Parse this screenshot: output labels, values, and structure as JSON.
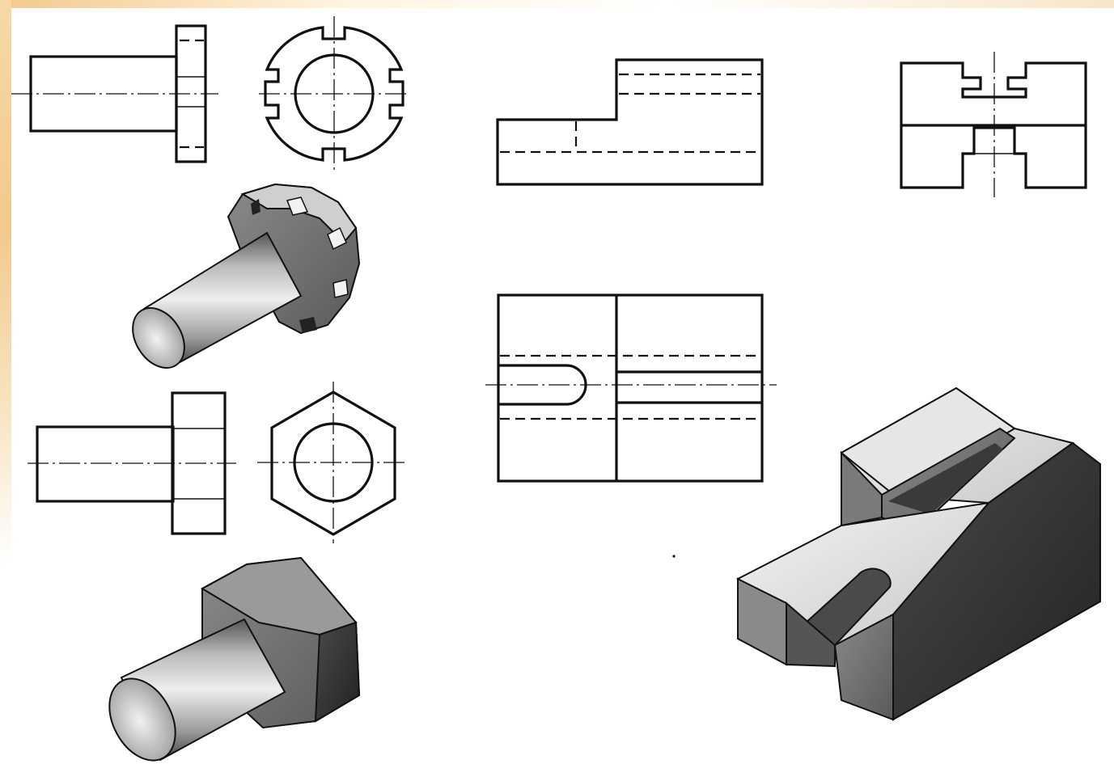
{
  "figure": {
    "background": "#ffffff",
    "edge_tint": "#f3c98c",
    "line_color": "#111111",
    "parts": [
      "slotted-nut-bolt",
      "hex-head-bolt",
      "slotted-block"
    ]
  }
}
